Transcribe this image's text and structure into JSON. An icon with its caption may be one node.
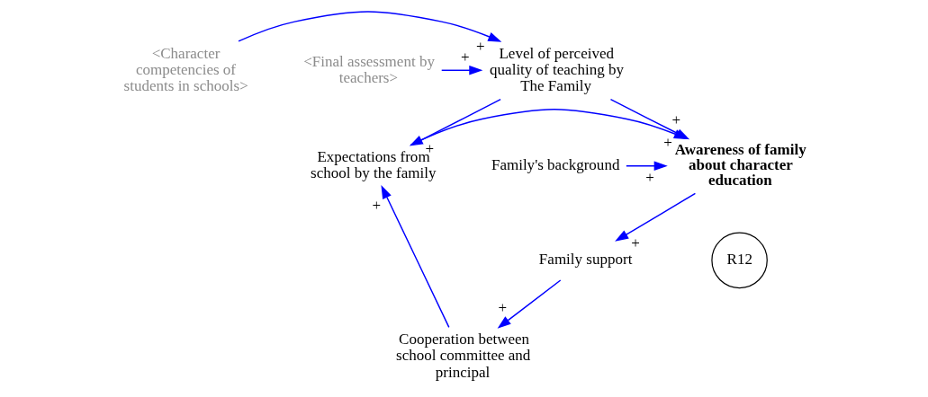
{
  "diagram": {
    "nodes": [
      {
        "text": [
          "Level of perceived quality of teaching by The Family"
        ]
      },
      {
        "text": [
          "<Character competencies of students in schools>"
        ]
      },
      {
        "text": [
          "<Final assessment by teachers>"
        ]
      },
      {
        "text": [
          "Expectations from school by the family"
        ]
      },
      {
        "text": [
          "Family's background"
        ]
      },
      {
        "text": [
          "Awareness of family about character education"
        ]
      },
      {
        "text": [
          "Cooperation between school committee and principal"
        ]
      },
      {
        "text": [
          "Family support"
        ]
      }
    ],
    "edges": [
      {
        "from": 2,
        "to": 0,
        "arrow": "to",
        "label": "+"
      },
      {
        "from": 1,
        "to": 0,
        "arrow": "to",
        "label": "+"
      },
      {
        "from": 0,
        "to": 3,
        "arrow": "to",
        "label": "+"
      },
      {
        "from": 0,
        "to": 5,
        "arrow": "to",
        "label": "+"
      },
      {
        "from": 3,
        "to": 5,
        "arrow": "to",
        "label": "+"
      },
      {
        "from": 4,
        "to": 5,
        "arrow": "to",
        "label": "+"
      },
      {
        "from": 5,
        "to": 7,
        "arrow": "to",
        "label": "+"
      },
      {
        "from": 7,
        "to": 6,
        "arrow": "to",
        "label": "+"
      },
      {
        "from": 6,
        "to": 3,
        "arrow": "to",
        "label": "+"
      }
    ],
    "labels": [
      "R12"
    ]
  }
}
